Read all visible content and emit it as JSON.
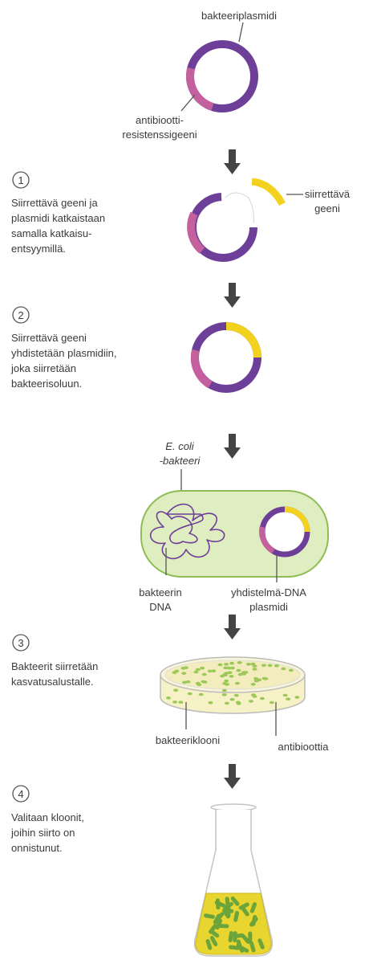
{
  "colors": {
    "plasmid_purple": "#6e3f98",
    "resistance_pink": "#c4609e",
    "insert_yellow": "#f2d21e",
    "cell_green_fill": "#dfeec0",
    "cell_green_stroke": "#8fbc55",
    "colony_green": "#9cc85a",
    "agar_yellow": "#f6f1c6",
    "arrow_gray": "#444444"
  },
  "labels": {
    "plasmid": "bakteeriplasmidi",
    "resistance_line1": "antibiootti-",
    "resistance_line2": "resistenssigeeni",
    "insert_line1": "siirrettävä",
    "insert_line2": "geeni",
    "ecoli_line1": "E. coli",
    "ecoli_line2": "-bakteeri",
    "bact_dna_line1": "bakteerin",
    "bact_dna_line2": "DNA",
    "recomb_line1": "yhdistelmä-DNA",
    "recomb_line2": "plasmidi",
    "clone": "bakteeriklooni",
    "antibiotic": "antibioottia"
  },
  "steps": [
    {
      "number": "1",
      "lines": [
        "Siirrettävä geeni ja",
        "plasmidi katkaistaan",
        "samalla katkaisu-",
        "entsyymillä."
      ]
    },
    {
      "number": "2",
      "lines": [
        "Siirrettävä geeni",
        "yhdistetään plasmidiin,",
        "joka siirretään",
        "bakteerisoluun."
      ]
    },
    {
      "number": "3",
      "lines": [
        "Bakteerit siirretään",
        "kasvatusalustalle."
      ]
    },
    {
      "number": "4",
      "lines": [
        "Valitaan kloonit,",
        "joihin siirto on",
        "onnistunut."
      ]
    }
  ]
}
